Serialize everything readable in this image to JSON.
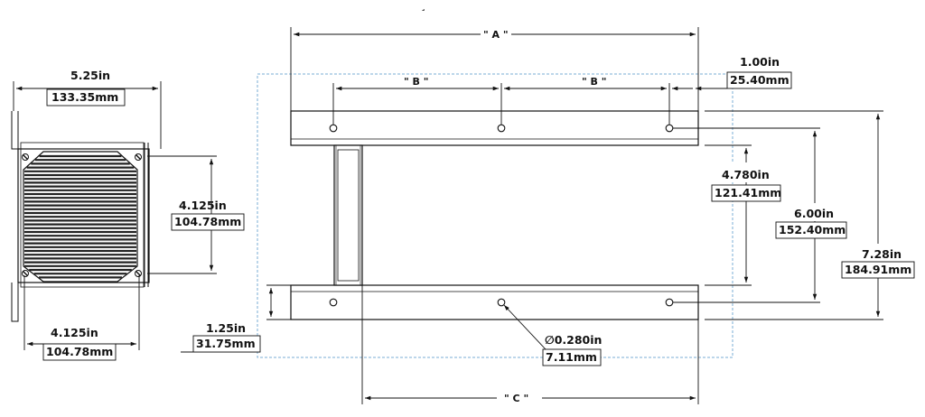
{
  "drawing": {
    "top_mark": "¸",
    "side_view": {
      "width_in": "5.25in",
      "width_mm": "133.35mm",
      "hole_spacing_v_in": "4.125in",
      "hole_spacing_v_mm": "104.78mm",
      "hole_spacing_h_in": "4.125in",
      "hole_spacing_h_mm": "104.78mm"
    },
    "front_view": {
      "dim_a": "\" A \"",
      "dim_b_left": "\" B \"",
      "dim_b_right": "\" B \"",
      "dim_c": "\" C \"",
      "end_offset_in": "1.00in",
      "end_offset_mm": "25.40mm",
      "inner_gap_in": "4.780in",
      "inner_gap_mm": "121.41mm",
      "hole_row_spacing_in": "6.00in",
      "hole_row_spacing_mm": "152.40mm",
      "overall_height_in": "7.28in",
      "overall_height_mm": "184.91mm",
      "rail_height_in": "1.25in",
      "rail_height_mm": "31.75mm",
      "hole_dia_in": "∅0.280in",
      "hole_dia_mm": "7.11mm"
    }
  },
  "colors": {
    "line": "#111111",
    "outline_dashed": "#7aaed6",
    "background": "#ffffff"
  }
}
